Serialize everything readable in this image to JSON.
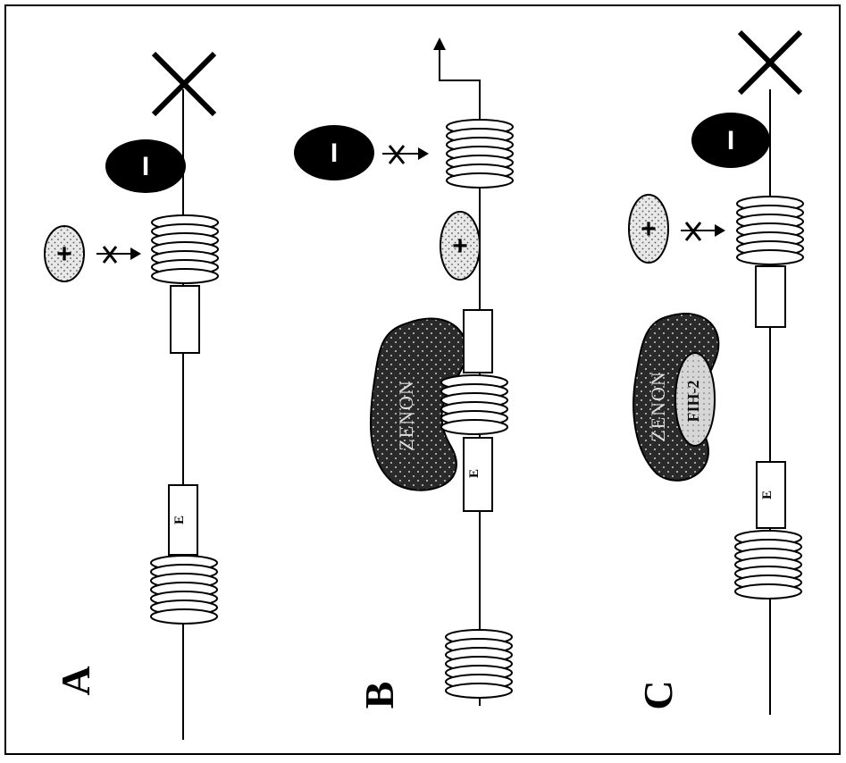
{
  "panels": [
    {
      "label": "A",
      "enhancer_label": "E",
      "activator_label": "+",
      "repressor_label": "I"
    },
    {
      "label": "B",
      "enhancer_label": "E",
      "activator_label": "+",
      "repressor_label": "I",
      "protein_label": "ZENON"
    },
    {
      "label": "C",
      "enhancer_label": "E",
      "activator_label": "+",
      "repressor_label": "I",
      "protein_label": "ZENON",
      "partner_label": "FIH-2"
    }
  ],
  "colors": {
    "line": "#000000",
    "repressor": "#000000",
    "activator": "#e6e6e6",
    "zenon": "#2a2a2a"
  }
}
